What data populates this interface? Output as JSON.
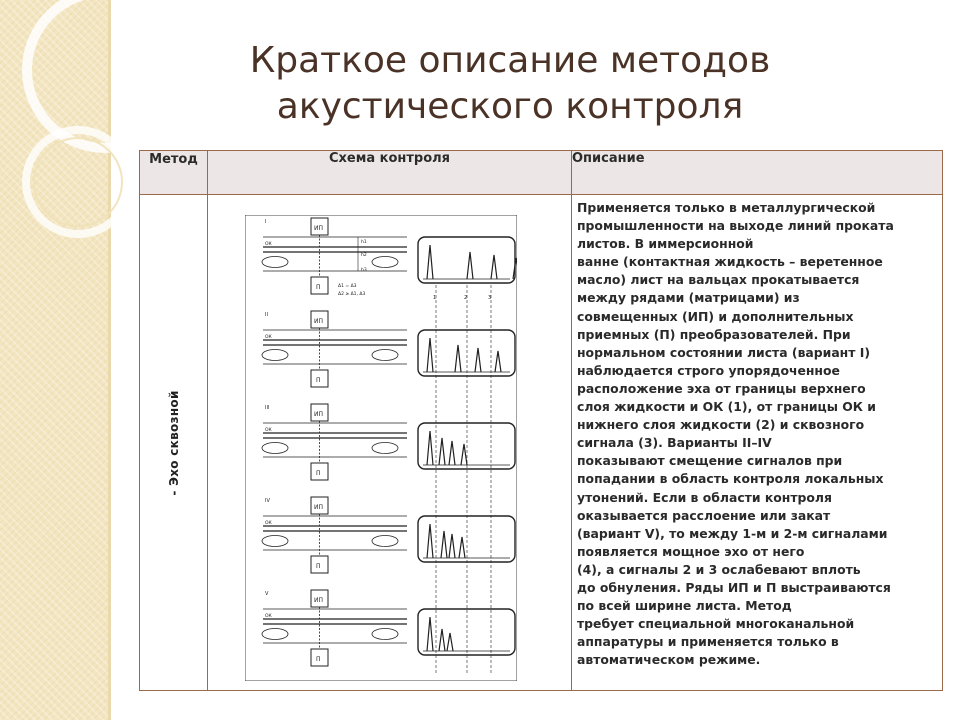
{
  "title": "Краткое описание методов акустического контроля",
  "table": {
    "headers": [
      "Метод",
      "Схема контроля",
      "Описание"
    ],
    "row": {
      "method": "- Эхо сквозной",
      "description": "Применяется только в металлургической\nпромышленности на выходе линий проката\nлистов. В иммерсионной\nванне (контактная жидкость – веретенное\nмасло) лист на вальцах прокатывается\nмежду рядами (матрицами) из\nсовмещенных (ИП) и дополнительных\nприемных (П) преобразователей. При\nнормальном состоянии листа (вариант I)\nнаблюдается строго упорядоченное\nрасположение эха от границы верхнего\nслоя жидкости и ОК (1), от границы ОК и\nнижнего слоя жидкости (2) и сквозного\nсигнала (3). Варианты II–IV\nпоказывают смещение сигналов при\nпопадании в область контроля локальных\nутонений. Если в области контроля\nоказывается расслоение или закат\n(вариант V), то между 1-м и 2-м сигналами\nпоявляется мощное эхо от него\n(4), а сигналы 2 и 3 ослабевают вплоть\nдо обнуления. Ряды ИП и П выстраиваются\nпо всей ширине листа. Метод\nтребует специальной многоканальной\nаппаратуры и применяется только в\nавтоматическом режиме."
    }
  },
  "scheme": {
    "variant_labels": [
      "I",
      "II",
      "III",
      "IV",
      "V"
    ],
    "top_transducer": [
      "ИП",
      "ИП",
      "ИП",
      "ИП",
      "ИП"
    ],
    "bottom_transducer": [
      "П",
      "П",
      "П",
      "П",
      "П"
    ],
    "ok_label": "ОК",
    "layer_labels": [
      "h1",
      "h2",
      "h3"
    ],
    "marker_labels": [
      "1",
      "2",
      "3"
    ],
    "tolerance_labels": [
      "Δ1 = Δ3",
      "Δ2 ≥ Δ1, Δ3"
    ]
  },
  "colors": {
    "title": "#4a3326",
    "border": "#9b6a4a",
    "header_bg": "#ede6e6",
    "band": "#f3e5bf"
  }
}
